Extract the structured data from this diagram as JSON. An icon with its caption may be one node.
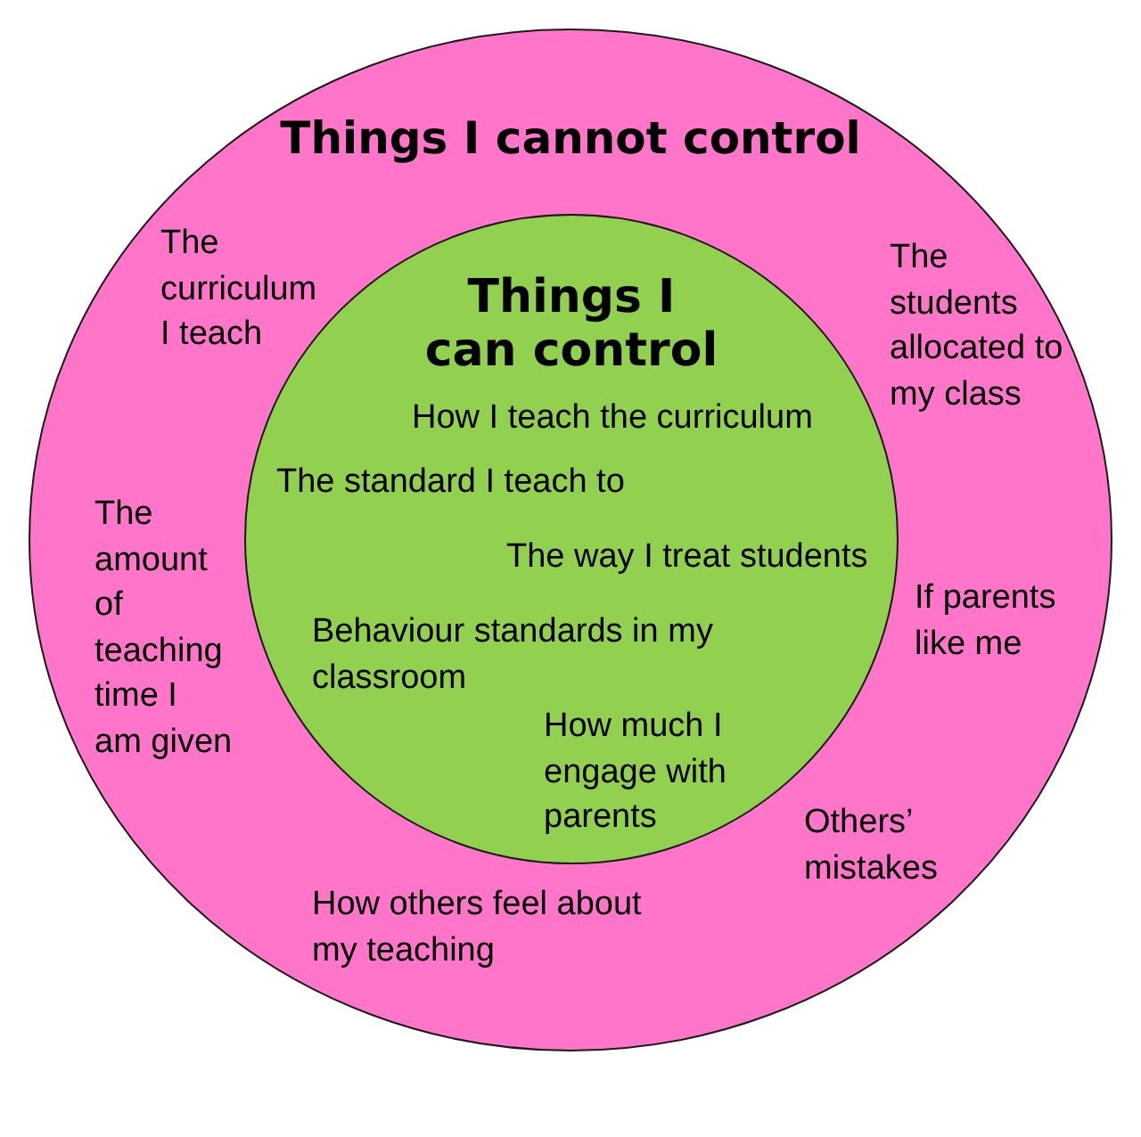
{
  "diagram": {
    "nodes": [
      {
        "text": [
          "Things I cannot control",
          "The curriculum I teach",
          "The students allocated to my class",
          "The amount of teaching time I am given",
          "If parents like me",
          "Others’ mistakes",
          "How others feel about my teaching"
        ]
      },
      {
        "text": [
          "Things I can control",
          "How I teach the curriculum",
          "The standard I teach to",
          "The way I treat students",
          "Behaviour standards in my classroom",
          "How much I engage with parents"
        ],
        "in": 0
      }
    ]
  }
}
